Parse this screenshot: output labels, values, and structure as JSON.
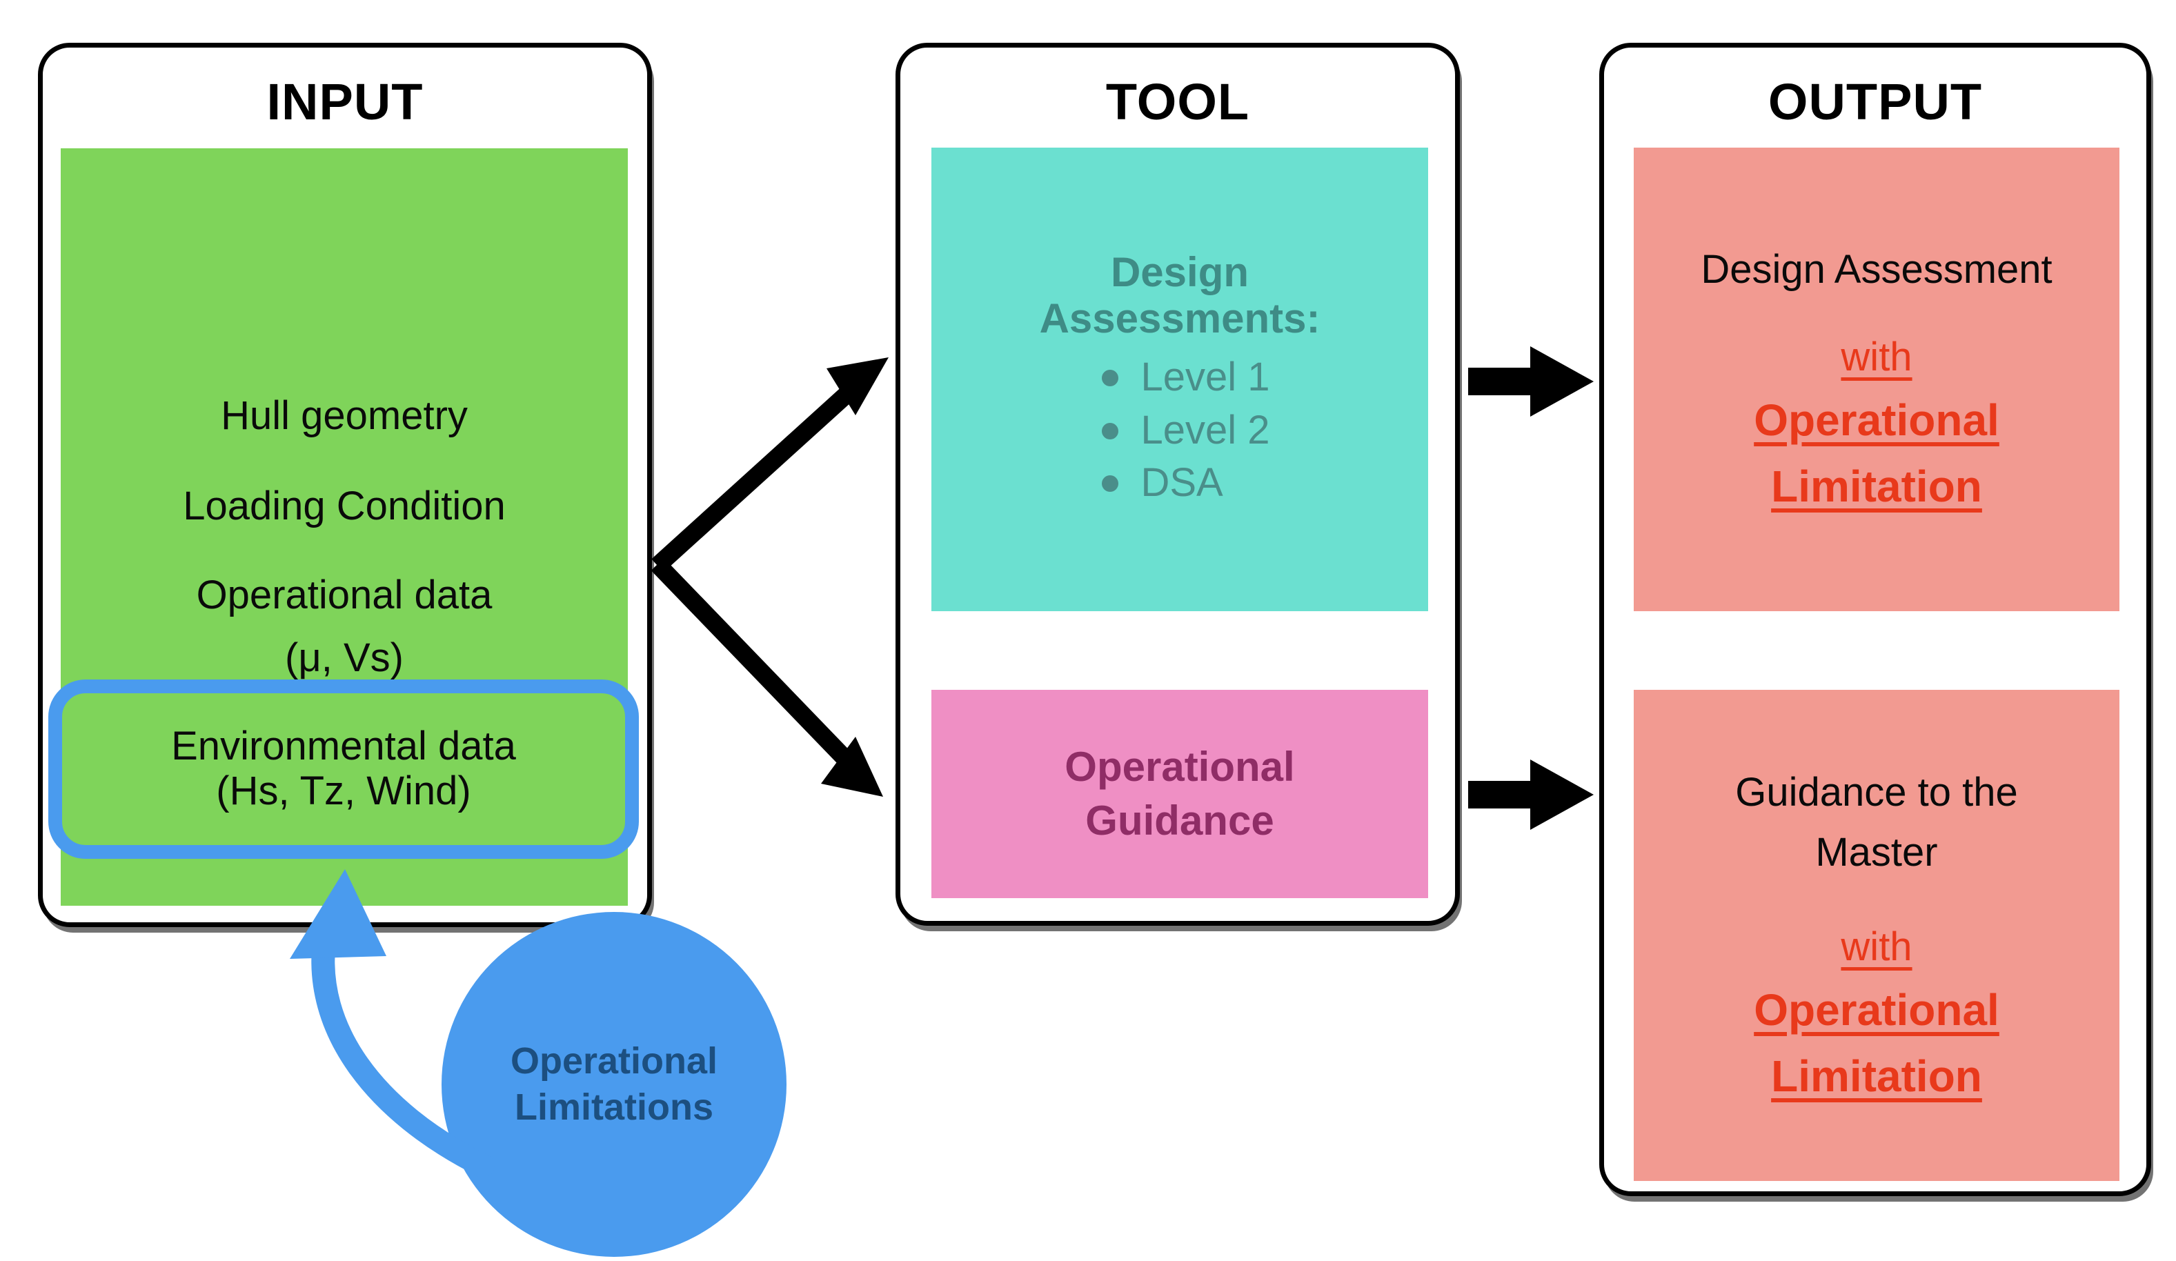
{
  "diagram": {
    "title_input": "INPUT",
    "title_tool": "TOOL",
    "title_output": "OUTPUT"
  },
  "input_card": {
    "heading": "INPUT",
    "items": [
      "Hull geometry",
      "Loading Condition"
    ],
    "operational_data_line1": "Operational data",
    "operational_data_line2": "(μ, Vs)",
    "environmental_line1": "Environmental data",
    "environmental_line2": "(Hs, Tz, Wind)"
  },
  "tool_card": {
    "heading": "TOOL",
    "design_assessments": {
      "title_line1": "Design",
      "title_line2": "Assessments:",
      "items": [
        "Level 1",
        "Level 2",
        "DSA"
      ]
    },
    "operational_guidance": {
      "line1": "Operational",
      "line2": "Guidance"
    }
  },
  "output_card": {
    "heading": "OUTPUT",
    "block_1": {
      "plain": "Design Assessment",
      "with": "with",
      "hl_line1": "Operational",
      "hl_line2": "Limitation"
    },
    "block_2": {
      "plain_line1": "Guidance to the",
      "plain_line2": "Master",
      "with": "with",
      "hl_line1": "Operational",
      "hl_line2": "Limitation"
    }
  },
  "feedback_circle": {
    "line1": "Operational",
    "line2": "Limitations"
  },
  "colors": {
    "green": "#7FD45A",
    "teal": "#6BE0D0",
    "teal_text": "#4A8E8A",
    "pink": "#EF8FC4",
    "pink_text": "#8F2D66",
    "salmon": "#F29A91",
    "highlight_red": "#E8391B",
    "blue": "#4A9BEE",
    "blue_text": "#1C4F80",
    "outline": "#000000"
  }
}
